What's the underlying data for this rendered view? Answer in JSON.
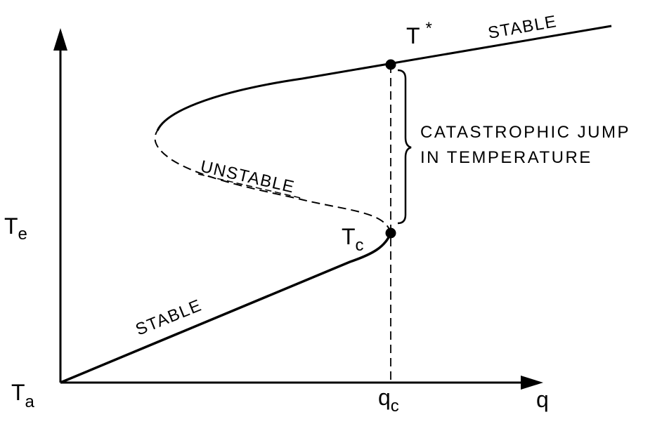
{
  "axes": {
    "y_label": "T",
    "y_label_sub": "e",
    "x_label": "q",
    "origin_label": "T",
    "origin_label_sub": "a",
    "qc_label": "q",
    "qc_label_sub": "c"
  },
  "points": {
    "tc_label": "T",
    "tc_label_sub": "c",
    "tstar_label": "T",
    "tstar_label_sup": "*"
  },
  "curve_labels": {
    "lower_branch": "STABLE",
    "upper_branch": "STABLE",
    "middle_branch": "UNSTABLE"
  },
  "annotation": {
    "line1": "CATASTROPHIC  JUMP",
    "line2": "IN  TEMPERATURE"
  },
  "colors": {
    "ink": "#000000",
    "background": "#ffffff"
  }
}
